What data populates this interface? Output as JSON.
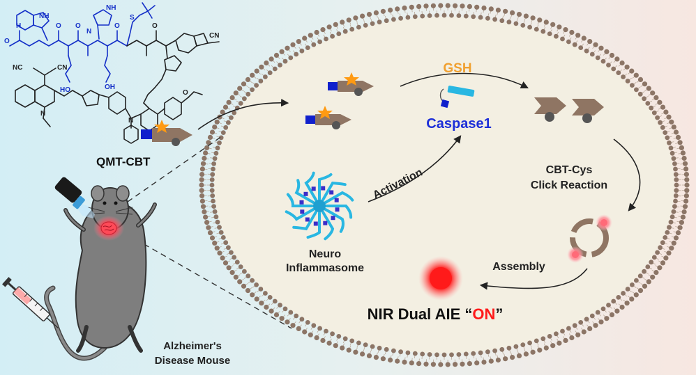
{
  "molecule": {
    "name": "QMT-CBT",
    "atoms": {
      "nh": "NH",
      "n": "N",
      "o": "O",
      "oh": "OH",
      "ho": "HO",
      "h": "H",
      "s": "S",
      "cn": "CN",
      "nc": "NC"
    }
  },
  "mouse": {
    "label_line1": "Alzheimer's",
    "label_line2": "Disease Mouse"
  },
  "cell": {
    "gsh": "GSH",
    "enzyme": "Caspase1",
    "activation": "Activation",
    "click_line1": "CBT-Cys",
    "click_line2": "Click Reaction",
    "assembly": "Assembly",
    "inflammasome_line1": "Neuro",
    "inflammasome_line2": "Inflammasome",
    "readout_prefix": "NIR Dual AIE “",
    "readout_on": "ON",
    "readout_suffix": "”"
  },
  "colors": {
    "background_left": "#d4eef4",
    "background_right": "#f6e8e2",
    "cell_fill": "#f3efe2",
    "membrane_bead": "#8c7566",
    "probe_blue": "#1020cc",
    "probe_body": "#8f7563",
    "star": "#ff9a12",
    "gsh": "#f0a030",
    "enzyme": "#1c2ed8",
    "on_red": "#ff1a1a",
    "cyan": "#29b7e2",
    "molecule_black": "#222222",
    "molecule_blue": "#1530c8"
  }
}
